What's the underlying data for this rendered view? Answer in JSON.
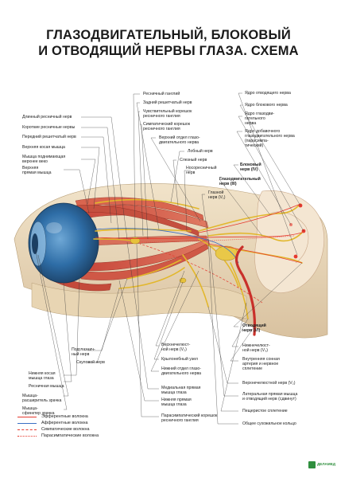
{
  "title": {
    "line1": "ГЛАЗОДВИГАТЕЛЬНЫЙ, БЛОКОВЫЙ",
    "line2": "И ОТВОДЯЩИЙ НЕРВЫ ГЛАЗА. СХЕМА"
  },
  "labels": {
    "dlinny_resnichny": "Длинный ресничный нерв",
    "korotkie_resnichnye": "Короткие ресничные нервы",
    "peredny_reshetchaty": "Передний решетчатый нерв",
    "verhnyaya_kosaya": "Верхняя косая мышца",
    "podnimayushchaya_l1": "Мышца поднимающая",
    "podnimayushchaya_l2": "верхнее веко",
    "verhnyaya_pryamaya_l1": "Верхняя",
    "verhnyaya_pryamaya_l2": "прямая мышца",
    "resnichny_ganglii": "Ресничный ганглий",
    "zadny_reshetchaty": "Задний решетчатый нерв",
    "chuvstv_koreshok_l1": "Чувствительный корешок",
    "chuvstv_koreshok_l2": "ресничного ганглия",
    "simpat_koreshok_l1": "Симпатический корешок",
    "simpat_koreshok_l2": "ресничного ганглия",
    "verhny_otdel_l1": "Верхний отдел глазо-",
    "verhny_otdel_l2": "двигательного нерва",
    "lobny": "Лобный нерв",
    "slezny": "Слезный нерв",
    "nosoresnichny_l1": "Носоресничный",
    "nosoresnichny_l2": "нерв",
    "glazny_l1": "Глазной",
    "glazny_l2": "нерв (V₁)",
    "yadro_otvodyashchego": "Ядро отводящего нерва",
    "yadro_blokovogo": "Ядро блокового нерва",
    "yadro_glazodvig_l1": "Ядро глазодви-",
    "yadro_glazodvig_l2": "гательного",
    "yadro_glazodvig_l3": "нерва",
    "yadro_dobavochnoe_l1": "Ядро добавочного",
    "yadro_dobavochnoe_l2": "глазодвигательного нерва",
    "yadro_dobavochnoe_l3": "(парасимпа-",
    "yadro_dobavochnoe_l4": "тический)",
    "blokovy_l1": "Блоковый",
    "blokovy_l2": "нерв (IV)",
    "glazodvig_iii_l1": "Глазодвигательный",
    "glazodvig_iii_l2": "нерв (III)",
    "podglaznichny_l1": "Подглазнич-",
    "podglaznichny_l2": "ный нерв",
    "skulovoy": "Скуловой нерв",
    "nizhnyaya_kosaya_l1": "Нижняя косая",
    "nizhnyaya_kosaya_l2": "мышца глаза",
    "resnichnaya_myshca": "Ресничная мышца",
    "rasshiritel_l1": "Мышца-",
    "rasshiritel_l2": "расширитель зрачка",
    "sfinkter_l1": "Мышца-",
    "sfinkter_l2": "сфинктер зрачка",
    "verhnechelyust_v2_l1": "Верхнечелюст-",
    "verhnechelyust_v2_l2": "ной нерв (V₂)",
    "krylonebny": "Крылонебный узел",
    "nizhny_otdel_l1": "Нижний отдел глазо-",
    "nizhny_otdel_l2": "двигательного нерва",
    "medialnaya_l1": "Медиальная прямая",
    "medialnaya_l2": "мышца глаза",
    "nizhnyaya_pryamaya_l1": "Нижняя прямая",
    "nizhnyaya_pryamaya_l2": "мышца глаза",
    "parasimpat_l1": "Парасимпатический корешок",
    "parasimpat_l2": "ресничного ганглия",
    "otvodyashchy_l1": "Отводящий",
    "otvodyashchy_l2": "нерв (VI)",
    "nizhnechelyust_l1": "Нижнечелюст-",
    "nizhnechelyust_l2": "ной нерв (V₃)",
    "vnutrennyaya_l1": "Внутренняя сонная",
    "vnutrennyaya_l2": "артерия и нервное",
    "vnutrennyaya_l3": "сплетение",
    "verhnechelyust_v2b": "Верхнечелюстной нерв (V₂)",
    "lateralnaya_l1": "Латеральная прямая мышца",
    "lateralnaya_l2": "и отводящий нерв (сдвинут)",
    "peshcheristoe": "Пещеристое сплетение",
    "obshchee_kolco": "Общее сухожильное кольцо"
  },
  "legend": [
    {
      "label": "Эфферентные волокна",
      "color": "#e53a2f",
      "style": "solid"
    },
    {
      "label": "Афферентные волокна",
      "color": "#3a6fc4",
      "style": "solid"
    },
    {
      "label": "Симпатические волокна",
      "color": "#e53a2f",
      "style": "dashed"
    },
    {
      "label": "Парасимпатические волокна",
      "color": "#e53a2f",
      "style": "dotted"
    }
  ],
  "brand": {
    "name": "ДЕЛАМЕД"
  }
}
